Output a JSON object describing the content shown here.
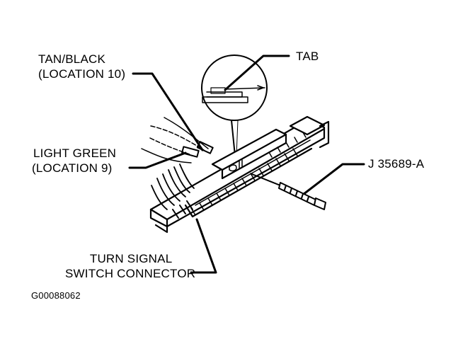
{
  "labels": {
    "tan_black_line1": "TAN/BLACK",
    "tan_black_line2": "(LOCATION 10)",
    "light_green_line1": "LIGHT GREEN",
    "light_green_line2": "(LOCATION 9)",
    "tab": "TAB",
    "tool": "J 35689-A",
    "connector_line1": "TURN SIGNAL",
    "connector_line2": "SWITCH CONNECTOR"
  },
  "figure_code": "G00088062",
  "colors": {
    "ink": "#000000",
    "paper": "#ffffff"
  }
}
